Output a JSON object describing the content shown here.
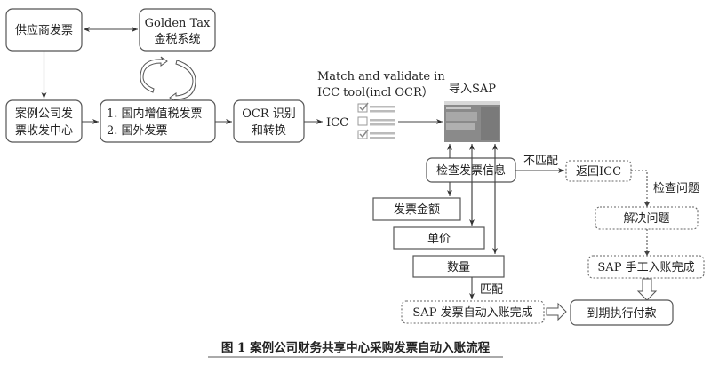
{
  "nodes": {
    "supplier_invoice": "供应商发票",
    "golden_tax_en": "Golden Tax",
    "golden_tax_cn": "金税系统",
    "receiving_center_1": "案例公司发",
    "receiving_center_2": "票收发中心",
    "invoice_types_1": "1. 国内增值税发票",
    "invoice_types_2": "2. 国外发票",
    "ocr_1": "OCR 识别",
    "ocr_2": "和转换",
    "icc": "ICC",
    "match_validate_1": "Match and validate in",
    "match_validate_2": "ICC tool(incl OCR）",
    "import_sap": "导入SAP",
    "check_invoice": "检查发票信息",
    "not_match": "不匹配",
    "return_icc": "返回ICC",
    "check_issue": "检查问题",
    "resolve_issue": "解决问题",
    "sap_manual": "SAP 手工入账完成",
    "invoice_amount": "发票金额",
    "unit_price": "单价",
    "quantity": "数量",
    "match": "匹配",
    "sap_auto": "SAP 发票自动入账完成",
    "payment_due": "到期执行付款"
  },
  "caption": "图 1   案例公司财务共享中心采购发票自动入账流程"
}
